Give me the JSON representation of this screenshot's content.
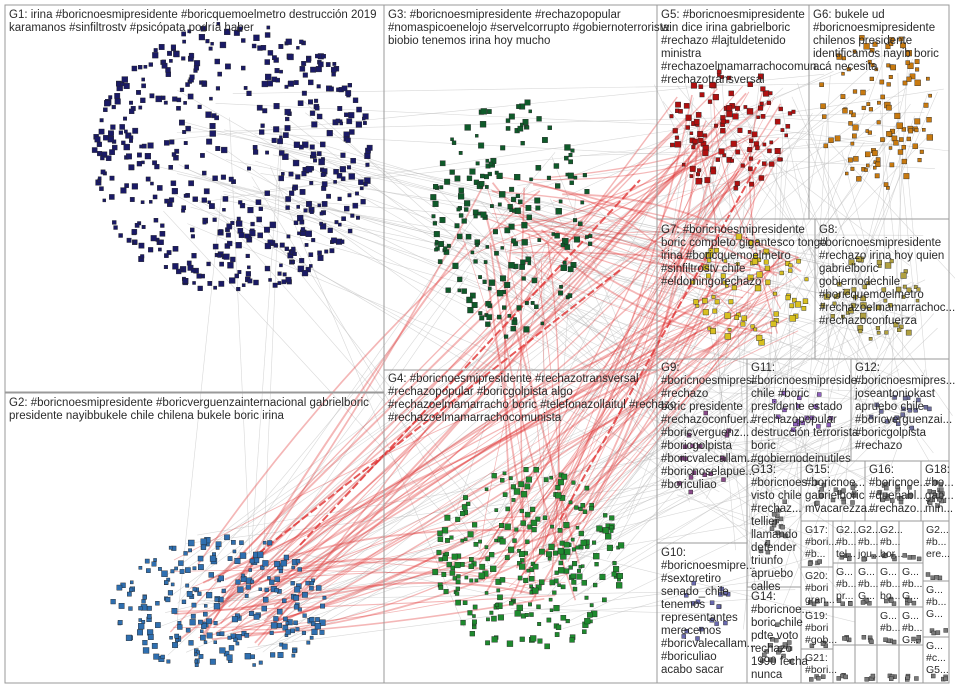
{
  "groups": [
    {
      "id": "g1",
      "label": "G1: irina #boricnoesmipresidente #boricquemoelmetro destrucción 2019\nkaramanos #sinfiltrostv #psicópata podría haber",
      "color": "#1a1a66"
    },
    {
      "id": "g2",
      "label": "G2: #boricnoesmipresidente #boricverguenzainternacional gabrielboric\npresidente nayibbukele chile chilena bukele boric irina",
      "color": "#2f6fb0"
    },
    {
      "id": "g3",
      "label": "G3: #boricnoesmipresidente #rechazopopular\n#nomaspicoenelojo #servelcorrupto #gobiernoterrorista\nbiobio tenemos irina hoy mucho",
      "color": "#0f5a2a"
    },
    {
      "id": "g4",
      "label": "G4: #boricnoesmipresidente #rechazotransversal\n#rechazopopular #boricgolpista algo\n#rechazoelmamarracho boric #telefonazollaitul #rechazo\n#rechazoelmamarrachocomunista",
      "color": "#1e8a2e"
    },
    {
      "id": "g5",
      "label": "G5: #boricnoesmipresidente\nwin dice irina gabrielboric\n#rechazo #lajtuldetenido\nministra\n#rechazoelmamarrachocomun...\n#rechazotransversal",
      "color": "#b01010"
    },
    {
      "id": "g6",
      "label": "G6: bukele ud\n#boricnoesmipresidente\nchilenos presidente\nidentificamos nayib boric\nacá necesita",
      "color": "#c87a10"
    },
    {
      "id": "g7",
      "label": "G7: #boricnoesmipresidente\nboric completo gigantesco tongo\nirina #boricquemoelmetro\n#sinfiltrostv chile\n#eldomingorechazo",
      "color": "#d8c020"
    },
    {
      "id": "g8",
      "label": "G8:\n#boricnoesmipresidente\n#rechazo irina hoy quien\ngabrielboric\ngobiernodechile\n#boricquemoelmetro\n#rechazoelmamarrachoc...\n#rechazoconfuerza",
      "color": "#b0a040"
    },
    {
      "id": "g9",
      "label": "G9:\n#boricnoesmipresi...\n#rechazo\nboric presidente\n#rechazoconfuer...\n#boricverguenz...\n#boricgolpista\n#boricvalecallam...\n#boricnoselapue...\n#boriculiao",
      "color": "#8a4a8a"
    },
    {
      "id": "g10",
      "label": "G10:\n#boricnoesmipre...\n#sextoretiro\nsenado_chile\ntenemos\nrepresentantes\nmerecemos\n#boricvalecallam...\n#boriculiao\nacabo sacar",
      "color": "#6a6ab0"
    },
    {
      "id": "g11",
      "label": "G11:\n#boricnoesmipreside...\nchile #boric\npresidente estado\n#rechazopopular\ndestrucción terrorista\nboric\n#gobiernodeinutiles",
      "color": "#9060c0"
    },
    {
      "id": "g12",
      "label": "G12:\n#boricnoesmipres...\njoseantoniokast\napruebo chile\n#boricverguenzai...\n#boricgolpista\n#rechazo",
      "color": "#7070a0"
    },
    {
      "id": "g13",
      "label": "G13:\n#boricnoes...\nvisto chile\n#rechaz...\ntellier\nllamando\ndefender\ntriunfo\napruebo\ncalles",
      "color": "#808080"
    },
    {
      "id": "g14",
      "label": "G14:\n#boricnoe...\nboric chile\npdte voto\nrechazo\n1990 fecha\nnunca",
      "color": "#808080"
    },
    {
      "id": "g15",
      "label": "G15:\n#boricnoe...\ngabrielboric\nmvacarezza...",
      "color": "#808080"
    },
    {
      "id": "g16",
      "label": "G16:\n#boricnoe...\n#quehabl...\n#rechazo...",
      "color": "#808080"
    },
    {
      "id": "g18",
      "label": "G18:\n#bo...\ngab...\nmin...",
      "color": "#808080"
    }
  ],
  "small_groups": [
    {
      "id": "g17",
      "label": "G17:\n#bori...\n#b..."
    },
    {
      "id": "g20",
      "label": "G20:\n#bori\ngran..."
    },
    {
      "id": "g19",
      "label": "G19:\n#bori\n#gob..."
    },
    {
      "id": "g21",
      "label": "G21:\n#bori..."
    },
    {
      "id": "g22",
      "label": "G2...\n#b...\ntel..."
    },
    {
      "id": "g23",
      "label": "G2...\n#b...\njou..."
    },
    {
      "id": "g24",
      "label": "G2...\n#b...\nbor..."
    },
    {
      "id": "g25",
      "label": "G2...\n#b...\nere..."
    },
    {
      "id": "g26",
      "label": "G...\n#b...\npr..."
    },
    {
      "id": "g27",
      "label": "G...\n#b...\nG..."
    },
    {
      "id": "g28",
      "label": "G...\n#b...\nbo..."
    },
    {
      "id": "g29",
      "label": "G...\n#c...\nG5..."
    },
    {
      "id": "g30",
      "label": "G...\n#b...\nG..."
    },
    {
      "id": "g31",
      "label": "G...\n#b...\nG..."
    },
    {
      "id": "g32",
      "label": "G...\n#b...\nG..."
    },
    {
      "id": "g33",
      "label": "G...\n#b..."
    }
  ],
  "colors": {
    "edge_red": "#e03030",
    "edge_gray": "#b8b8b8",
    "node_outline": "#222222"
  }
}
